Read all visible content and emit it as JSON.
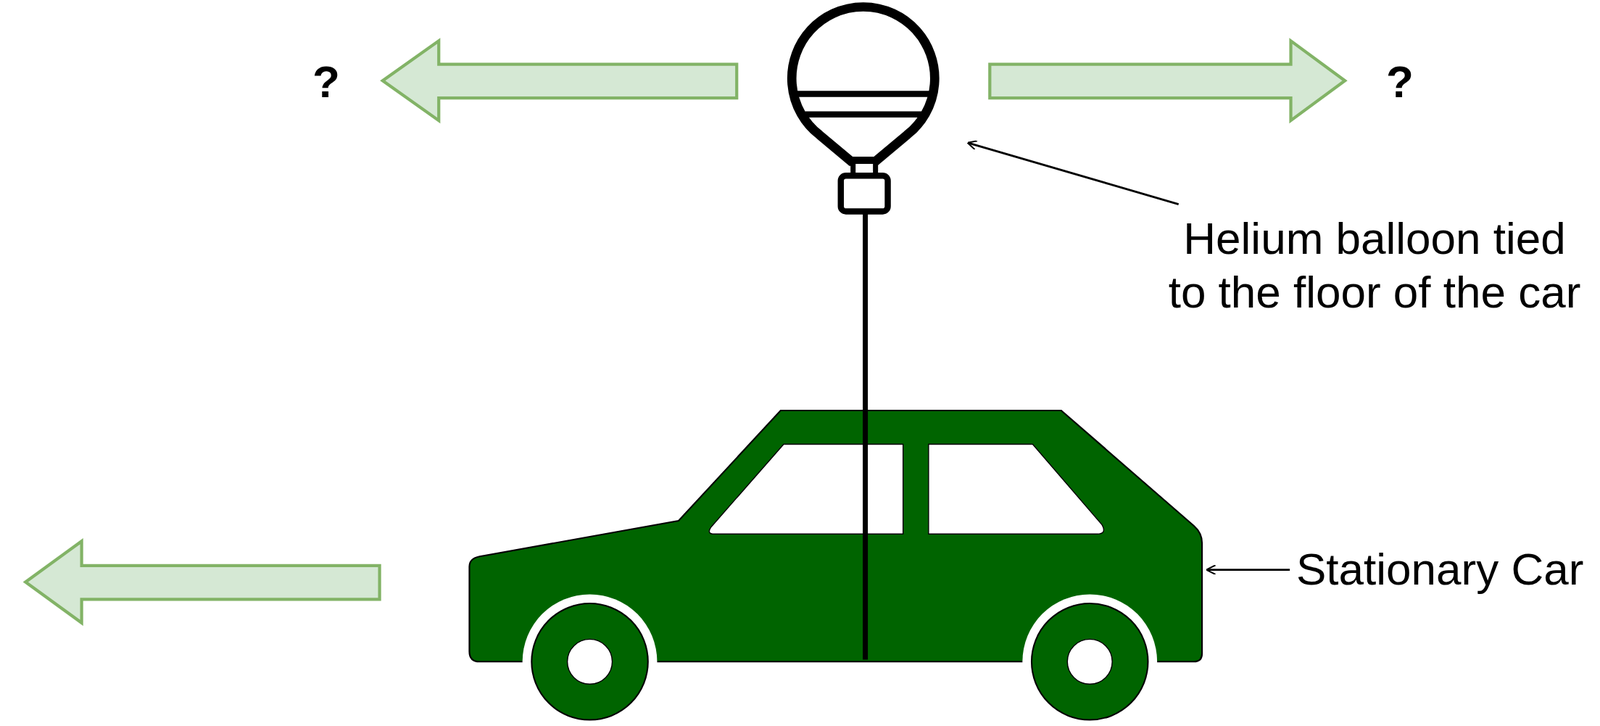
{
  "diagram": {
    "labels": [
      "?",
      "?",
      "Helium balloon tied to the floor of the car",
      "Stationary Car"
    ]
  }
}
